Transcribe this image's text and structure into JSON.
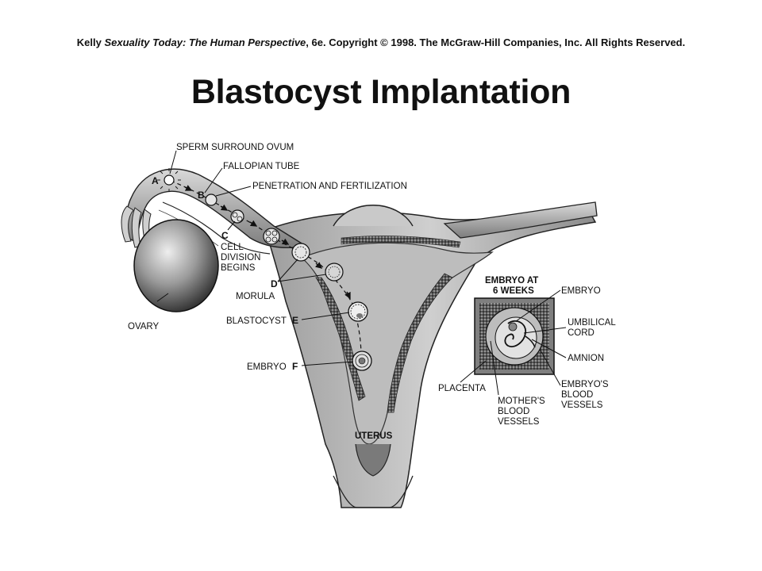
{
  "header": {
    "credit_author": "Kelly",
    "credit_book": "Sexuality Today: The Human Perspective",
    "credit_rest": ", 6e. Copyright © 1998. The McGraw-Hill Companies, Inc. All Rights Reserved.",
    "title": "Blastocyst Implantation"
  },
  "labels": {
    "sperm_surround_ovum": "SPERM SURROUND OVUM",
    "fallopian_tube": "FALLOPIAN TUBE",
    "penetration": "PENETRATION AND FERTILIZATION",
    "cell_division_1": "CELL",
    "cell_division_2": "DIVISION",
    "cell_division_3": "BEGINS",
    "morula": "MORULA",
    "blastocyst": "BLASTOCYST",
    "embryo_f": "EMBRYO",
    "ovary": "OVARY",
    "uterus": "UTERUS",
    "placenta": "PLACENTA",
    "mothers_1": "MOTHER'S",
    "mothers_2": "BLOOD",
    "mothers_3": "VESSELS",
    "embryos_1": "EMBRYO'S",
    "embryos_2": "BLOOD",
    "embryos_3": "VESSELS",
    "amnion": "AMNION",
    "umbilical_1": "UMBILICAL",
    "umbilical_2": "CORD",
    "embryo_inset": "EMBRYO",
    "inset_title_1": "EMBRYO AT",
    "inset_title_2": "6 WEEKS"
  },
  "stage_letters": {
    "a": "A",
    "b": "B",
    "c": "C",
    "d": "D",
    "e": "E",
    "f": "F"
  }
}
